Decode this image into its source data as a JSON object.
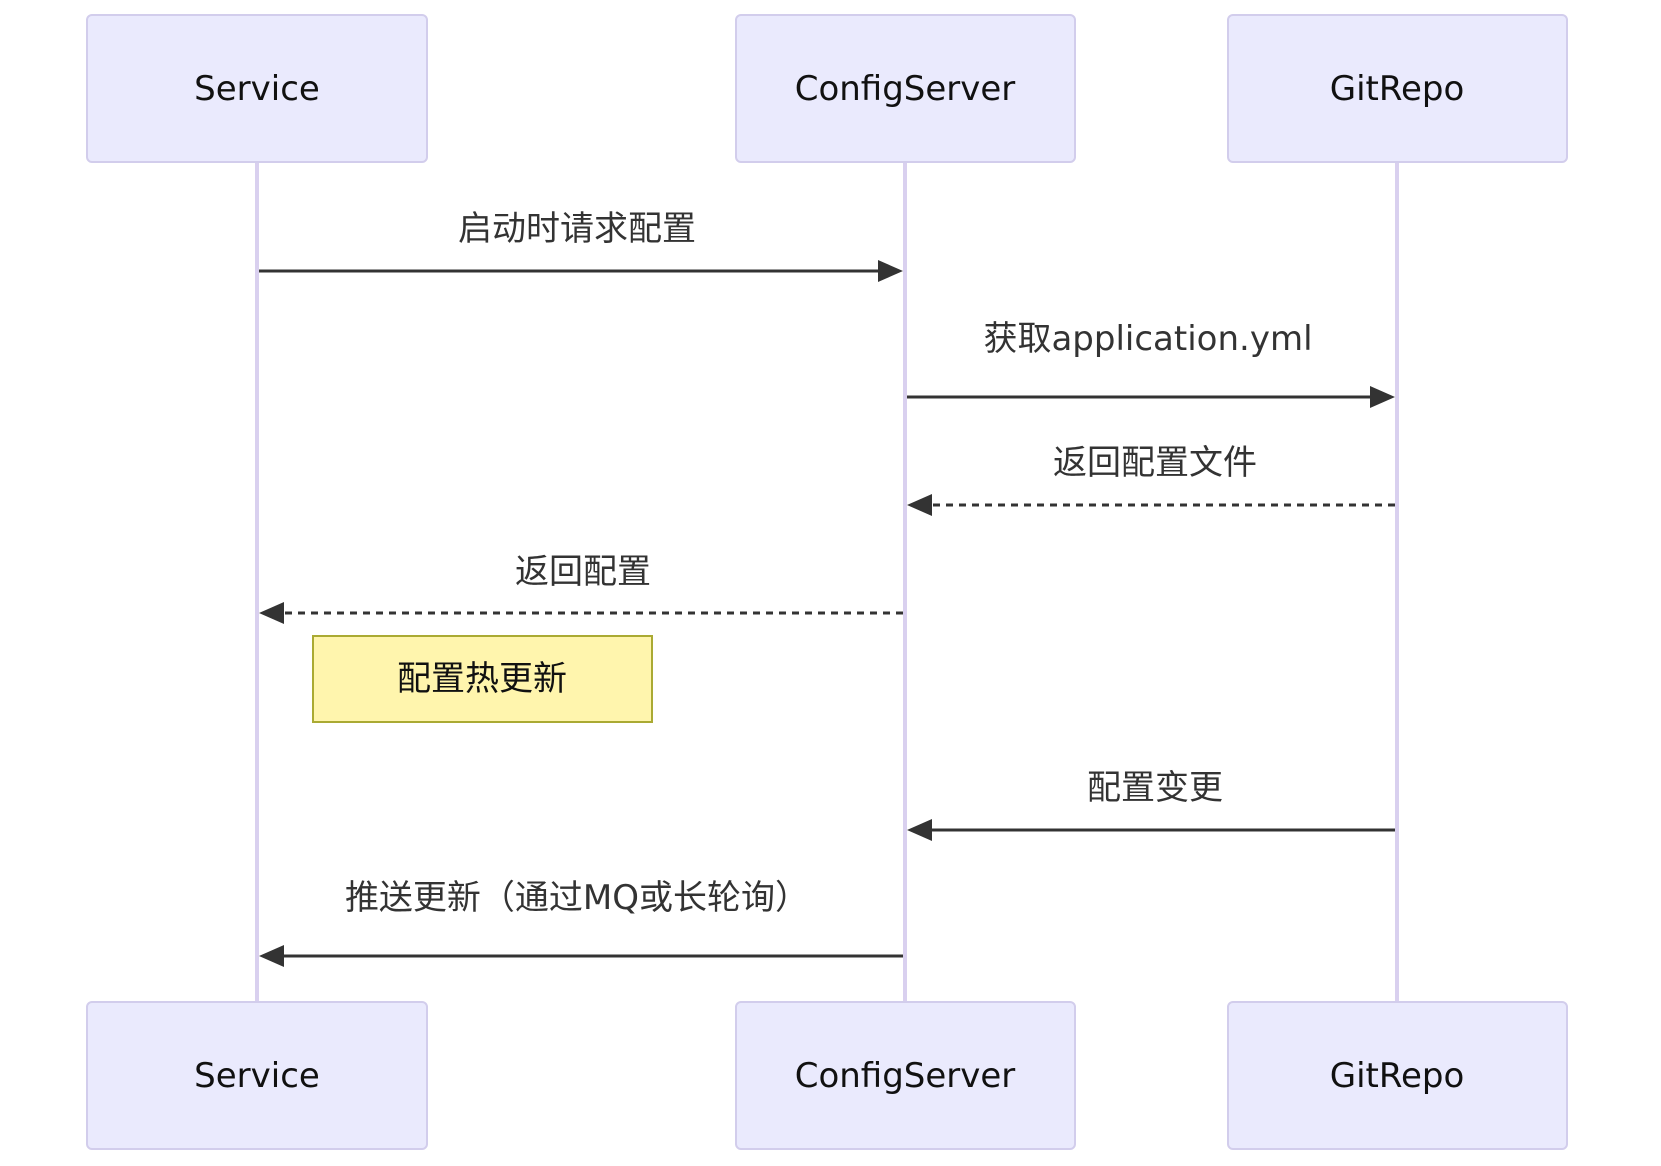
{
  "actors": [
    {
      "id": "service",
      "label": "Service"
    },
    {
      "id": "configserver",
      "label": "ConfigServer"
    },
    {
      "id": "gitrepo",
      "label": "GitRepo"
    }
  ],
  "messages": [
    {
      "from": "service",
      "to": "configserver",
      "label": "启动时请求配置",
      "style": "solid"
    },
    {
      "from": "configserver",
      "to": "gitrepo",
      "label": "获取application.yml",
      "style": "solid"
    },
    {
      "from": "gitrepo",
      "to": "configserver",
      "label": "返回配置文件",
      "style": "dashed"
    },
    {
      "from": "configserver",
      "to": "service",
      "label": "返回配置",
      "style": "dashed"
    },
    {
      "from": "gitrepo",
      "to": "configserver",
      "label": "配置变更",
      "style": "solid"
    },
    {
      "from": "configserver",
      "to": "service",
      "label": "推送更新（通过MQ或长轮询）",
      "style": "solid"
    }
  ],
  "note": {
    "label": "配置热更新"
  },
  "colors": {
    "actor_fill": "#eaeafd",
    "actor_border": "#d2cdec",
    "lifeline": "#d9d0ef",
    "arrow": "#333333",
    "note_fill": "#fff5ad",
    "note_border": "#aaaa33"
  }
}
